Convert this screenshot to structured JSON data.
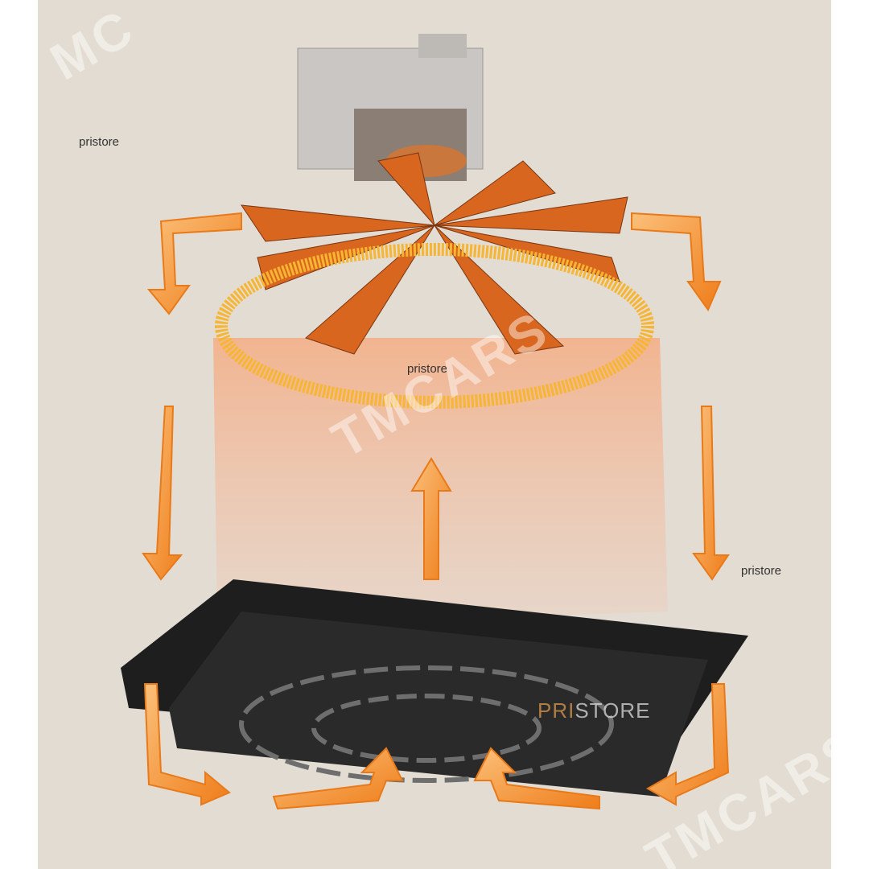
{
  "labels": {
    "top_left": "pristore",
    "center": "pristore",
    "right": "pristore"
  },
  "logo": {
    "prefix": "PRI",
    "suffix": "STORE"
  },
  "watermarks": {
    "top_left": "MC",
    "center": "TMCARS",
    "bottom_right": "TMCARS"
  },
  "colors": {
    "background": "#e3dcd2",
    "arrow": "#f08a24",
    "coil": "#f6b533",
    "basket": "#1e1e1e"
  }
}
